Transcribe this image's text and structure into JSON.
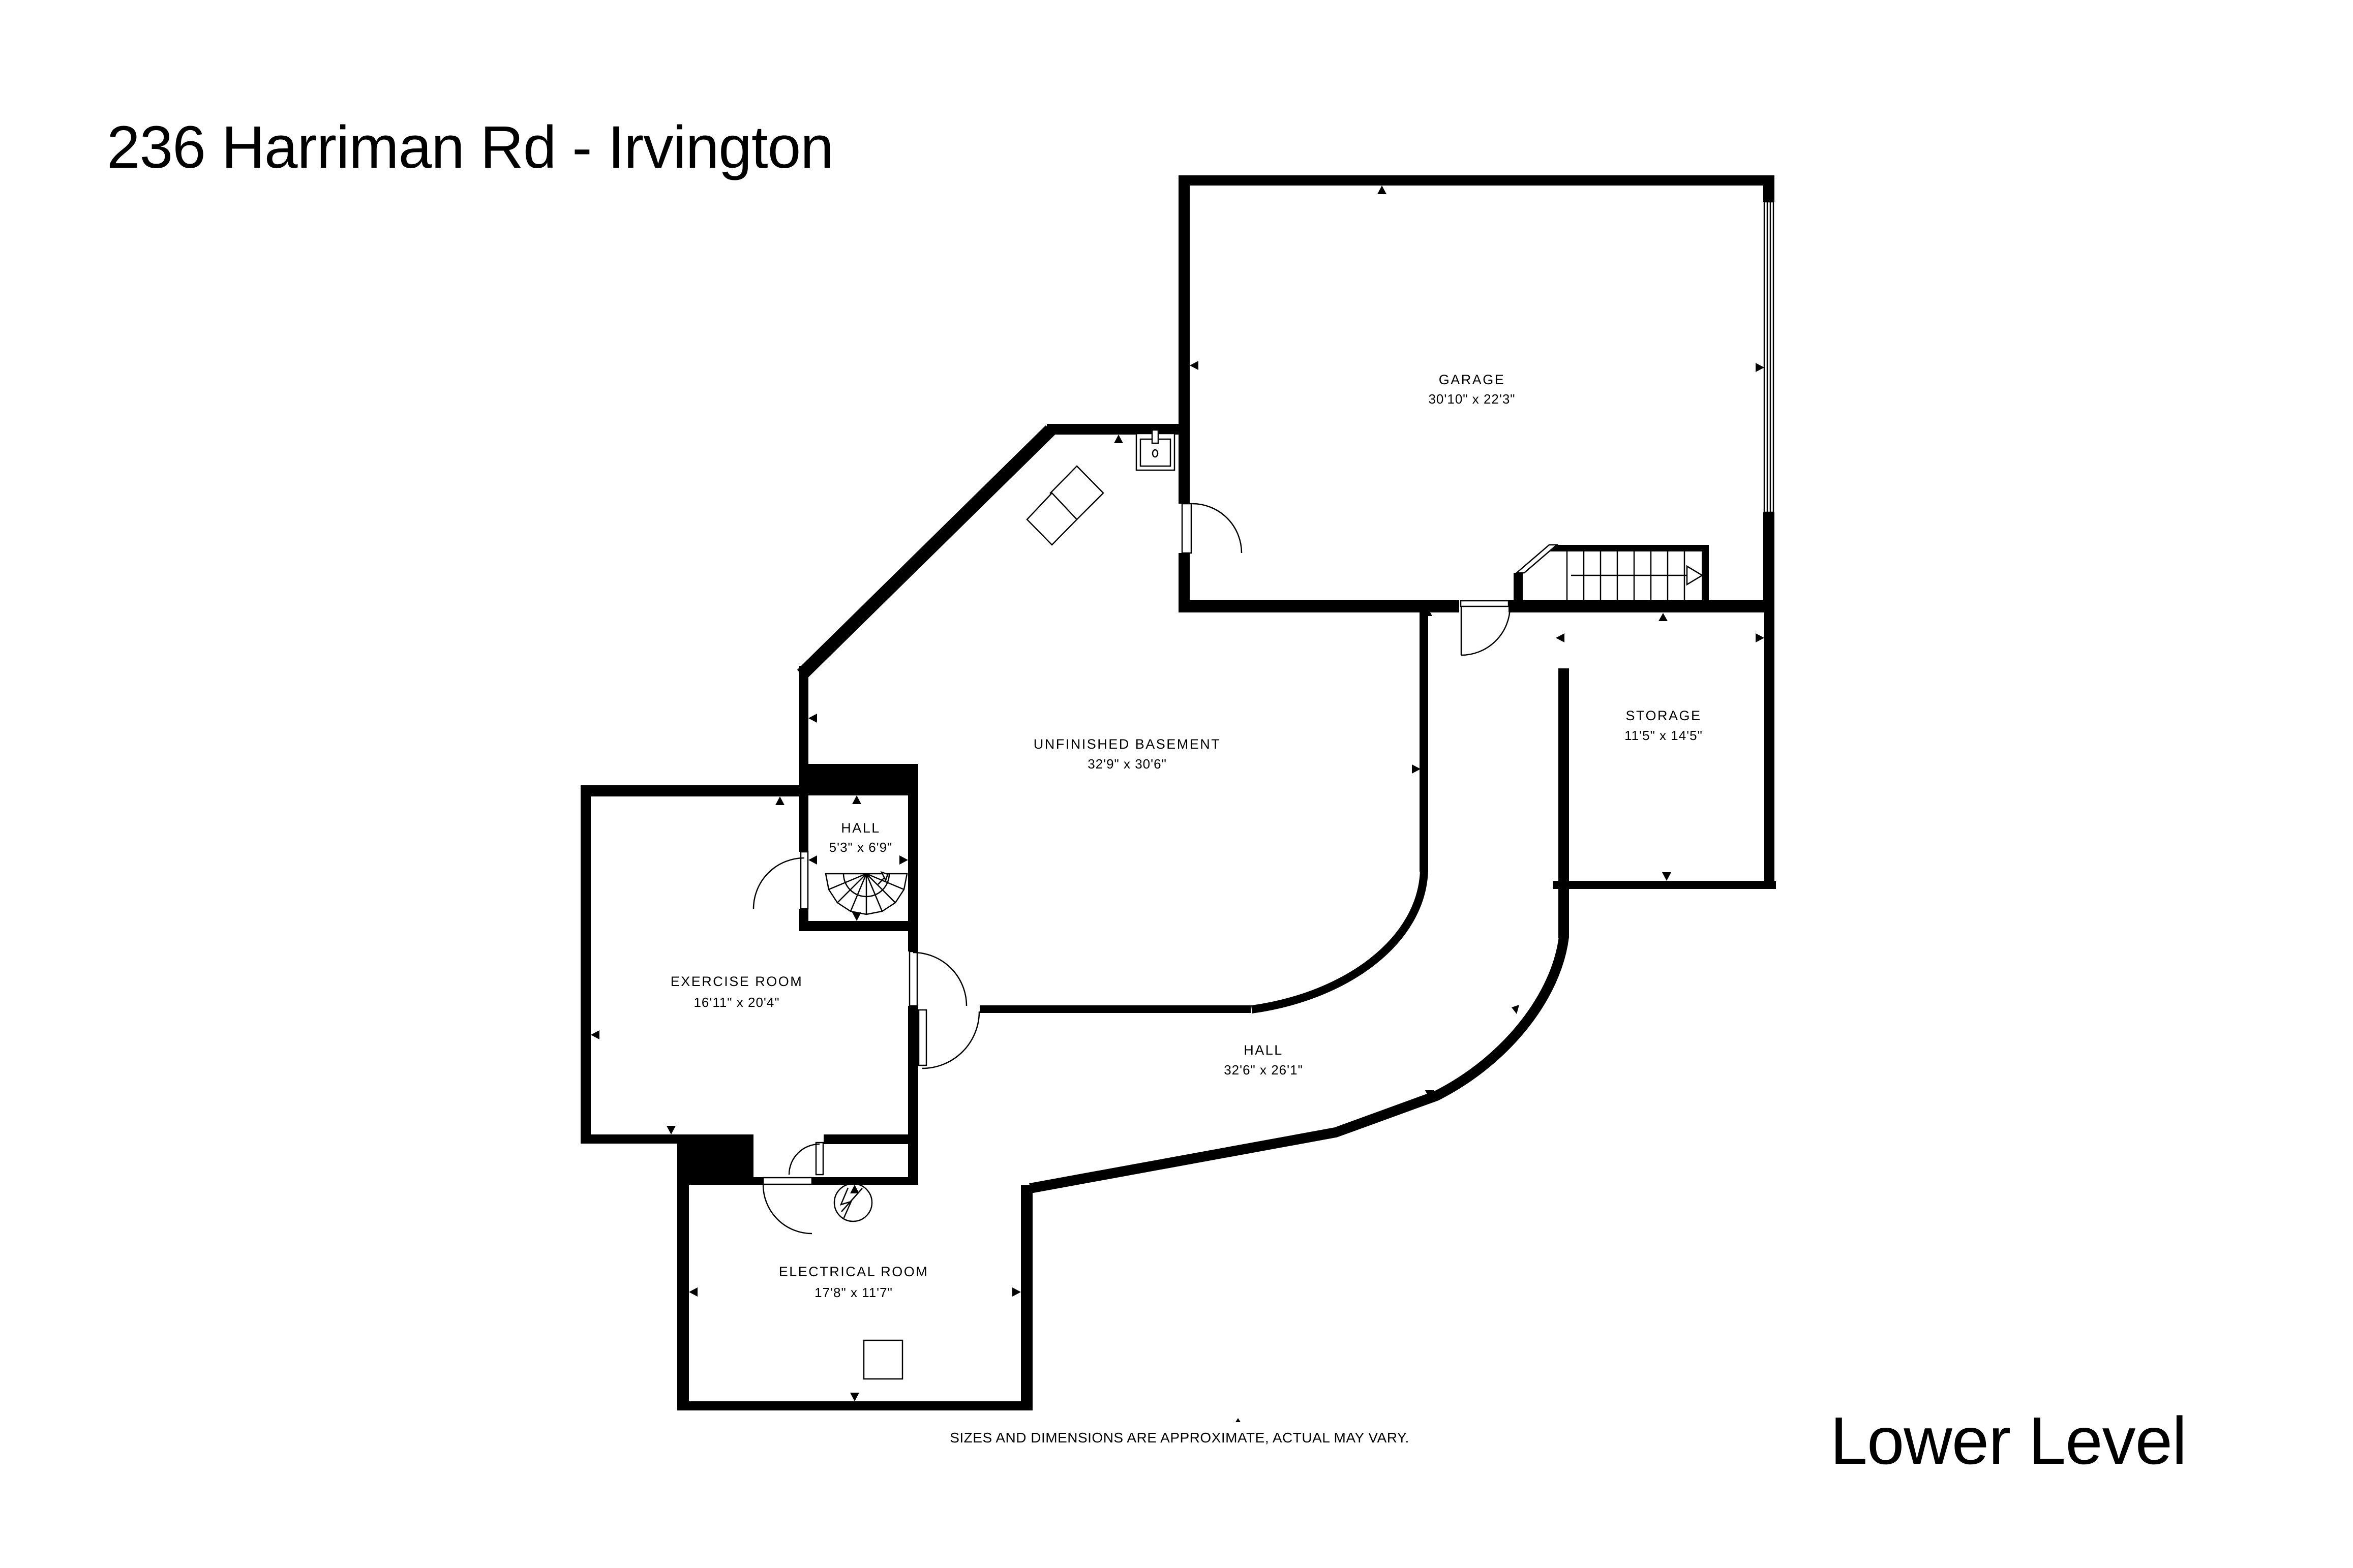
{
  "header": {
    "title": "236 Harriman Rd - Irvington"
  },
  "plan": {
    "rooms": {
      "garage": {
        "name": "GARAGE",
        "dims": "30'10\" x 22'3\""
      },
      "basement": {
        "name": "UNFINISHED BASEMENT",
        "dims": "32'9\" x 30'6\""
      },
      "storage": {
        "name": "STORAGE",
        "dims": "11'5\" x 14'5\""
      },
      "hall_small": {
        "name": "HALL",
        "dims": "5'3\" x 6'9\""
      },
      "exercise": {
        "name": "EXERCISE ROOM",
        "dims": "16'11\" x 20'4\""
      },
      "hall_main": {
        "name": "HALL",
        "dims": "32'6\" x 26'1\""
      },
      "electrical": {
        "name": "ELECTRICAL ROOM",
        "dims": "17'8\" x 11'7\""
      }
    },
    "icons": [
      "staircase-icon",
      "spiral-staircase-icon",
      "sink-icon",
      "furnace-units-icon",
      "electrical-panel-icon",
      "door-swing-icon"
    ],
    "colors": {
      "walls": "#000000",
      "background": "#ffffff"
    }
  },
  "footer": {
    "disclaimer": "SIZES AND DIMENSIONS ARE APPROXIMATE, ACTUAL MAY VARY.",
    "level_label": "Lower Level"
  }
}
